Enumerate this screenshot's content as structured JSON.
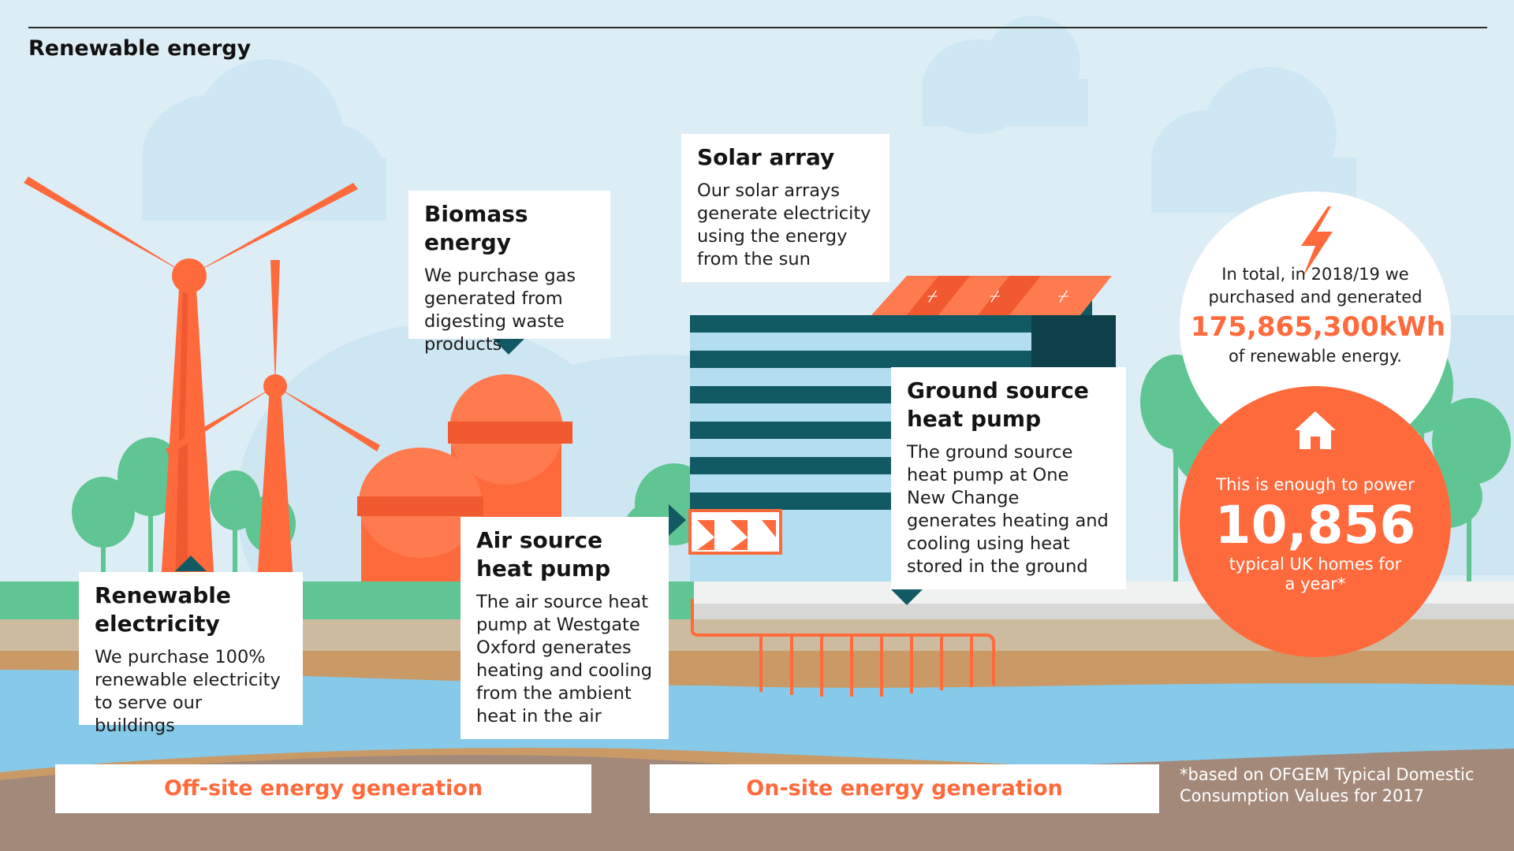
{
  "header": {
    "title": "Renewable energy"
  },
  "cards": {
    "renewable_electricity": {
      "title_line1": "Renewable",
      "title_line2": "electricity",
      "body": "We purchase 100% renewable electricity to serve our buildings"
    },
    "biomass": {
      "title": "Biomass energy",
      "body": "We purchase gas generated from digesting waste products"
    },
    "solar": {
      "title": "Solar array",
      "body": "Our solar arrays generate electricity using the energy from the sun"
    },
    "air_source": {
      "title_line1": "Air source",
      "title_line2": "heat pump",
      "body": "The air source heat pump at Westgate Oxford generates heating and cooling from the ambient heat in the air"
    },
    "ground_source": {
      "title_line1": "Ground source",
      "title_line2": "heat pump",
      "body": "The ground source heat pump at One New Change generates heating and cooling using heat stored in the ground"
    }
  },
  "banners": {
    "offsite": "Off-site energy generation",
    "onsite": "On-site energy generation"
  },
  "stats": {
    "total_intro_line1": "In total, in 2018/19 we",
    "total_intro_line2": "purchased and generated",
    "total_value": "175,865,300kWh",
    "total_suffix": "of renewable energy.",
    "homes_intro": "This is enough to power",
    "homes_value": "10,856",
    "homes_suffix_line1": "typical UK homes for",
    "homes_suffix_line2": "a year*"
  },
  "footnote": {
    "line1": "*based on OFGEM Typical Domestic",
    "line2": "Consumption Values for 2017"
  },
  "colors": {
    "accent_orange": "#ff6a3d",
    "sky": "#dcedf6",
    "tree_green": "#5fc592",
    "building_teal": "#125a63",
    "water_blue": "#86c9e8",
    "ground_tan": "#c99a66",
    "ground_brown": "#a3897a"
  },
  "icons": {
    "bolt": "lightning-bolt-icon",
    "home": "house-icon"
  }
}
